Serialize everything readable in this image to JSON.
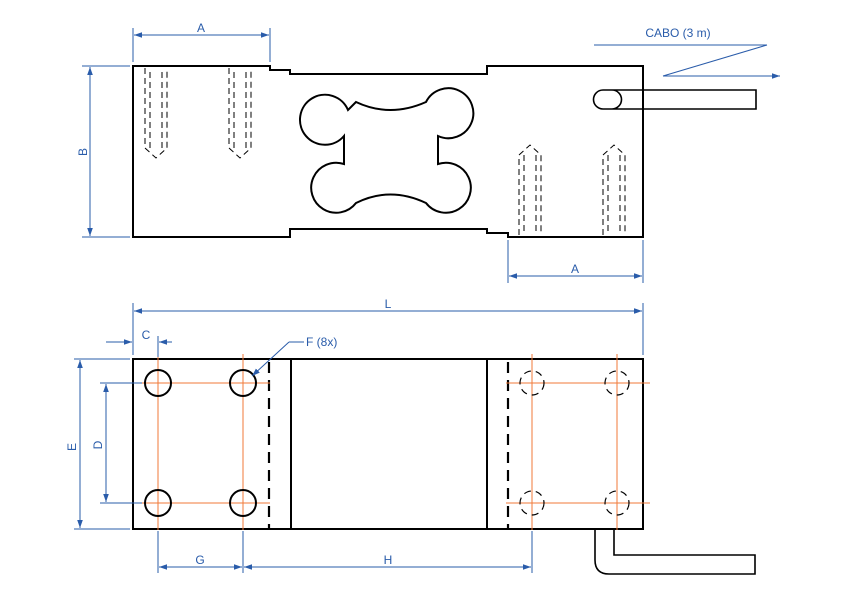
{
  "labels": {
    "cable": "CABO (3 m)",
    "a_top": "A",
    "a_bottom": "A",
    "b": "B",
    "l": "L",
    "c": "C",
    "f": "F (8x)",
    "d": "D",
    "e": "E",
    "g": "G",
    "h": "H"
  },
  "colors": {
    "outline": "#000000",
    "dimension": "#2a5caa",
    "centerline": "#f07a3a"
  }
}
